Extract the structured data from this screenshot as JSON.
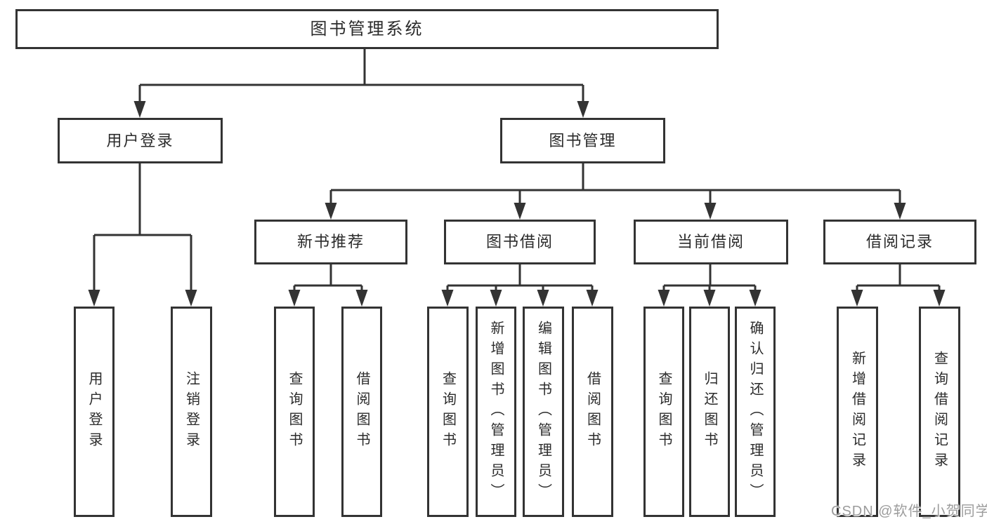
{
  "tree": {
    "label": "图书管理系统",
    "children": [
      {
        "label": "用户登录",
        "children": [
          {
            "label": "用户登录"
          },
          {
            "label": "注销登录"
          }
        ]
      },
      {
        "label": "图书管理",
        "children": [
          {
            "label": "新书推荐",
            "children": [
              {
                "label": "查询图书"
              },
              {
                "label": "借阅图书"
              }
            ]
          },
          {
            "label": "图书借阅",
            "children": [
              {
                "label": "查询图书"
              },
              {
                "label": "新增图书（管理员）"
              },
              {
                "label": "编辑图书（管理员）"
              },
              {
                "label": "借阅图书"
              }
            ]
          },
          {
            "label": "当前借阅",
            "children": [
              {
                "label": "查询图书"
              },
              {
                "label": "归还图书"
              },
              {
                "label": "确认归还（管理员）"
              }
            ]
          },
          {
            "label": "借阅记录",
            "children": [
              {
                "label": "新增借阅记录"
              },
              {
                "label": "查询借阅记录"
              }
            ]
          }
        ]
      }
    ]
  },
  "watermark": "CSDN @软件_小贺同学",
  "colors": {
    "line": "#333333",
    "box_border": "#333333",
    "text": "#2b2b2b",
    "background": "#ffffff",
    "watermark": "#9c9c9c"
  }
}
